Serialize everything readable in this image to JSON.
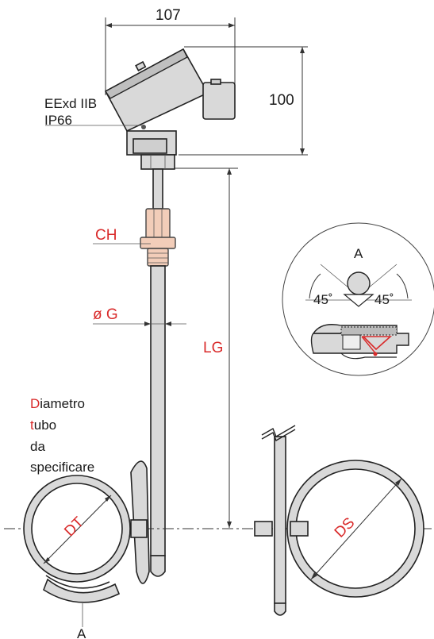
{
  "dimensions": {
    "width_107": "107",
    "height_100": "100",
    "lg": "LG",
    "ch": "CH",
    "diam_g": "ø G",
    "dt": "DT",
    "ds": "DS"
  },
  "certification": {
    "line1": "EExd IIB",
    "line2": "IP66"
  },
  "detail": {
    "label": "A",
    "angle_left": "45˚",
    "angle_right": "45˚"
  },
  "note": {
    "line1_initial": "D",
    "line1_rest": "iametro",
    "line2_initial": "t",
    "line2_rest": "ubo",
    "line3": "da",
    "line4": "specificare"
  },
  "view_marker": "A",
  "colors": {
    "accent_red": "#d92a2a",
    "part_gray": "#d9d9d9",
    "brass": "#f2cdb9"
  }
}
